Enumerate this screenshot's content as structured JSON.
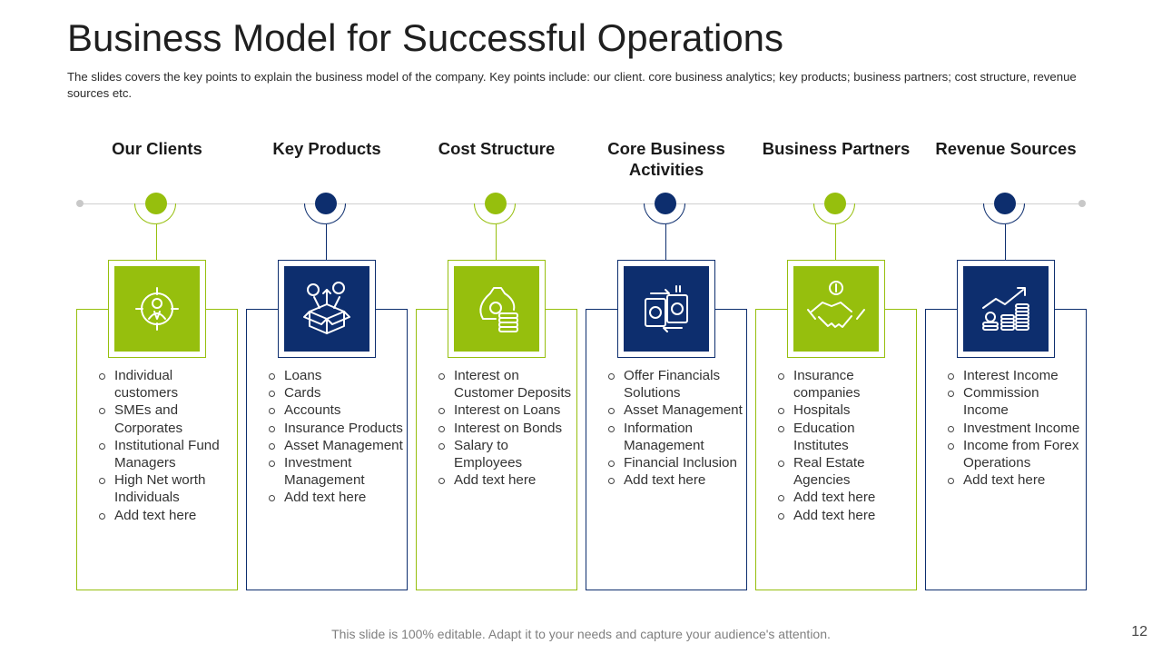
{
  "title": "Business Model for Successful Operations",
  "subtitle": "The slides covers the key points to explain the business model of the company. Key points include: our client. core business analytics; key products; business partners; cost structure, revenue sources etc.",
  "columns": [
    {
      "heading": "Our Clients",
      "icon": "target-person-icon",
      "color": "#96bf0d",
      "items": [
        "Individual customers",
        "SMEs and Corporates",
        "Institutional Fund Managers",
        "High Net worth Individuals",
        "Add text here"
      ]
    },
    {
      "heading": "Key Products",
      "icon": "box-rupee-icon",
      "color": "#0d2e6e",
      "items": [
        "Loans",
        "Cards",
        "Accounts",
        "Insurance Products",
        "Asset Management",
        "Investment Management",
        "Add text here"
      ]
    },
    {
      "heading": "Cost Structure",
      "icon": "money-bag-coins-icon",
      "color": "#96bf0d",
      "items": [
        "Interest on Customer Deposits",
        "Interest on Loans",
        "Interest on Bonds",
        "Salary to Employees",
        "Add text here"
      ]
    },
    {
      "heading": "Core Business Activities",
      "icon": "currency-exchange-icon",
      "color": "#0d2e6e",
      "items": [
        "Offer Financials Solutions",
        "Asset Management",
        "Information Management",
        "Financial Inclusion",
        "Add text here"
      ]
    },
    {
      "heading": "Business Partners",
      "icon": "handshake-dollar-icon",
      "color": "#96bf0d",
      "items": [
        "Insurance companies",
        "Hospitals",
        "Education Institutes",
        "Real Estate Agencies",
        "Add text here",
        "Add text here"
      ]
    },
    {
      "heading": "Revenue Sources",
      "icon": "growth-coins-icon",
      "color": "#0d2e6e",
      "items": [
        "Interest Income",
        "Commission Income",
        "Investment Income",
        "Income from Forex Operations",
        "Add text here"
      ]
    }
  ],
  "footer": "This slide is 100% editable. Adapt it to your needs and capture your audience's attention.",
  "page_number": "12"
}
